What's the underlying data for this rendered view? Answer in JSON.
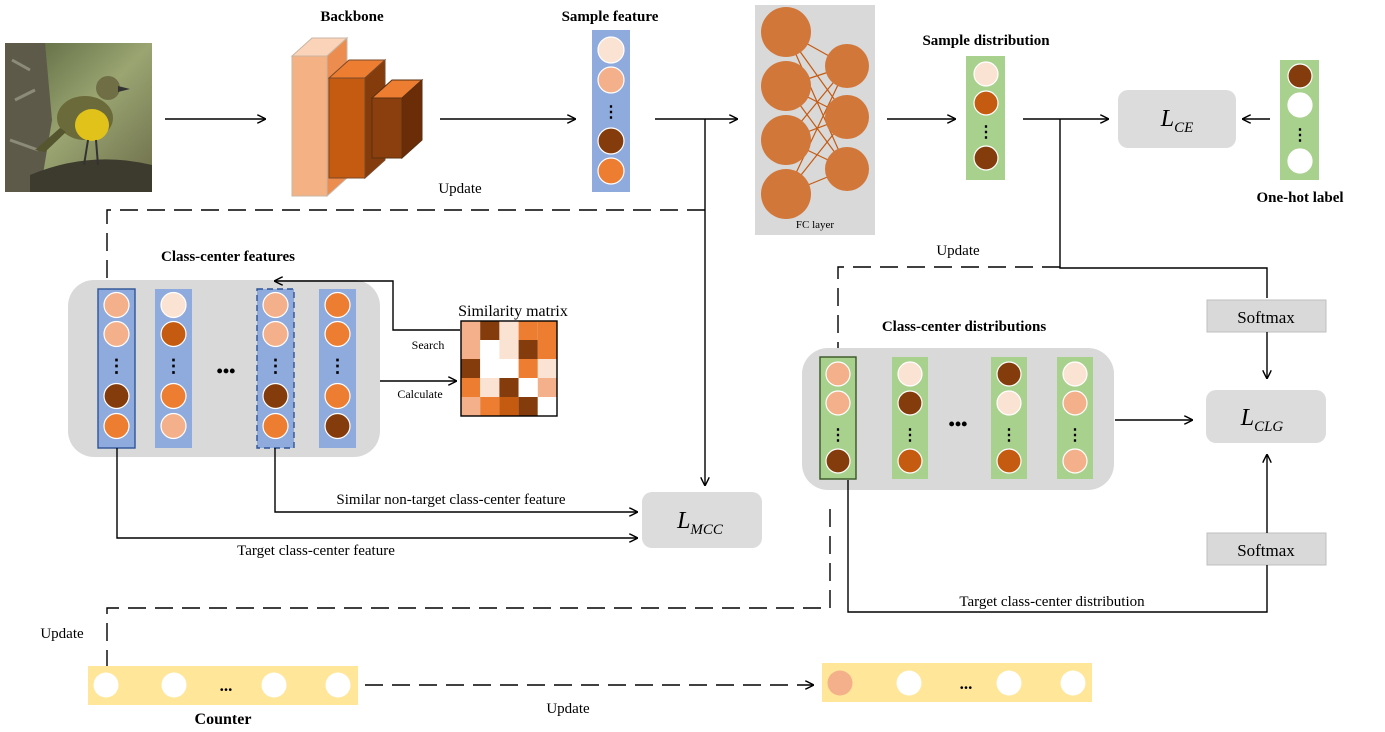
{
  "colors": {
    "very_light": "#fbe3d4",
    "light": "#f4b08a",
    "orange": "#ed7d31",
    "dark_orange": "#c55a11",
    "brown": "#843c0c",
    "feature_bar": "#8faadc",
    "feature_bar_border": "#2f5597",
    "distribution_bar": "#a9d18e",
    "distribution_bar_border": "#375623",
    "counter_bar": "#ffe699",
    "panel_gray": "#d9d9d9",
    "loss_gray": "#dcdcdc"
  },
  "labels": {
    "backbone": "Backbone",
    "sample_feature": "Sample feature",
    "fc_layer": "FC layer",
    "sample_distribution": "Sample distribution",
    "one_hot_label": "One-hot label",
    "class_center_features": "Class-center features",
    "similarity_matrix": "Similarity matrix",
    "search": "Search",
    "calculate": "Calculate",
    "class_center_distributions": "Class-center distributions",
    "softmax_top": "Softmax",
    "softmax_bottom": "Softmax",
    "similar_non_target": "Similar non-target class-center feature",
    "target_cc_feature": "Target class-center feature",
    "target_cc_distribution": "Target class-center distribution",
    "counter": "Counter",
    "update_backbone": "Update",
    "update_fc": "Update",
    "update_left": "Update",
    "update_counter": "Update",
    "vdots": "⋮",
    "hdots": "•••",
    "counter_dots": "..."
  },
  "losses": {
    "ce": {
      "base": "L",
      "sub": "CE"
    },
    "mcc": {
      "base": "L",
      "sub": "MCC"
    },
    "clg": {
      "base": "L",
      "sub": "CLG"
    }
  },
  "image": {
    "subject": "bird-photo"
  },
  "sample_feature_circles": [
    "very_light",
    "light",
    "brown",
    "orange"
  ],
  "sample_distribution_circles": [
    "very_light",
    "dark_orange",
    "brown"
  ],
  "one_hot_circles": [
    "brown",
    "white",
    "white"
  ],
  "class_center_feature_columns": [
    [
      "light",
      "light",
      "brown",
      "orange"
    ],
    [
      "very_light",
      "dark_orange",
      "orange",
      "light"
    ],
    [
      "light",
      "light",
      "brown",
      "orange"
    ],
    [
      "orange",
      "orange",
      "orange",
      "brown"
    ]
  ],
  "class_center_distribution_columns": [
    [
      "light",
      "light",
      "brown"
    ],
    [
      "very_light",
      "brown",
      "dark_orange"
    ],
    [
      "brown",
      "very_light",
      "dark_orange"
    ],
    [
      "very_light",
      "light",
      "light"
    ]
  ],
  "similarity_matrix": [
    [
      "light",
      "brown",
      "very_light",
      "orange",
      "orange"
    ],
    [
      "light",
      "white",
      "very_light",
      "brown",
      "orange"
    ],
    [
      "brown",
      "white",
      "white",
      "orange",
      "very_light"
    ],
    [
      "orange",
      "very_light",
      "brown",
      "white",
      "light"
    ],
    [
      "light",
      "orange",
      "dark_orange",
      "brown",
      "white"
    ]
  ],
  "counter_left": [
    "white",
    "white",
    "white",
    "white"
  ],
  "counter_right": [
    "light",
    "white",
    "white",
    "white"
  ]
}
